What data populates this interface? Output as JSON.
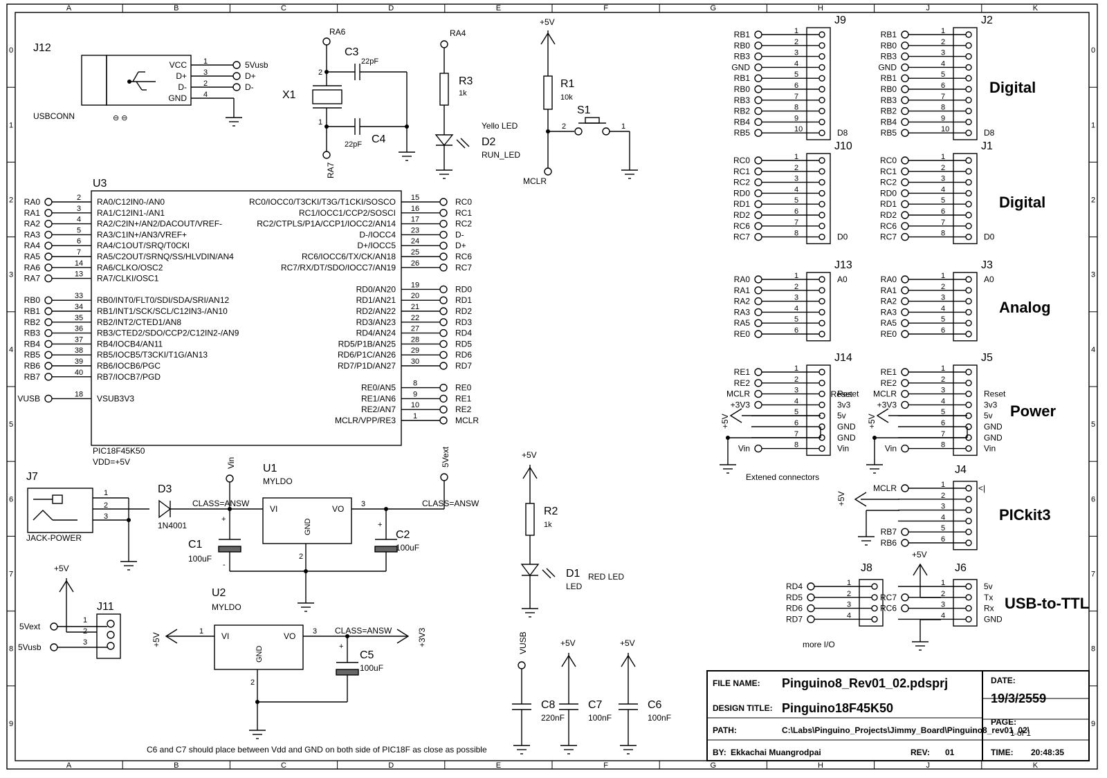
{
  "frame": {
    "cols": [
      "A",
      "B",
      "C",
      "D",
      "E",
      "F",
      "G",
      "H",
      "J",
      "K"
    ],
    "rows": [
      "0",
      "1",
      "2",
      "3",
      "4",
      "5",
      "6",
      "7",
      "8",
      "9"
    ]
  },
  "j12": {
    "ref": "J12",
    "name": "USBCONN",
    "pins": [
      {
        "label": "VCC",
        "num": "1",
        "net": "5Vusb"
      },
      {
        "label": "D+",
        "num": "3",
        "net": "D+"
      },
      {
        "label": "D-",
        "num": "2",
        "net": "D-"
      },
      {
        "label": "GND",
        "num": "4",
        "net": ""
      }
    ]
  },
  "x1": {
    "ref": "X1",
    "top": "RA6",
    "bottom": "RA7",
    "pin2": "2",
    "pin1": "1",
    "c3": "C3",
    "c3v": "22pF",
    "c4": "C4",
    "c4v": "22pF"
  },
  "r3": {
    "ref": "R3",
    "val": "1k",
    "net": "RA4"
  },
  "d2": {
    "ref": "D2",
    "name": "RUN_LED",
    "desc": "Yello LED"
  },
  "r1": {
    "ref": "R1",
    "val": "10k",
    "pwr": "+5V",
    "net": "MCLR"
  },
  "s1": {
    "ref": "S1",
    "p2": "2",
    "p1": "1"
  },
  "u3": {
    "ref": "U3",
    "part": "PIC18F45K50",
    "vdd": "VDD=+5V",
    "left": [
      {
        "net": "RA0",
        "num": "2",
        "name": "RA0/C12IN0-/AN0"
      },
      {
        "net": "RA1",
        "num": "3",
        "name": "RA1/C12IN1-/AN1"
      },
      {
        "net": "RA2",
        "num": "4",
        "name": "RA2/C2IN+/AN2/DACOUT/VREF-"
      },
      {
        "net": "RA3",
        "num": "5",
        "name": "RA3/C1IN+/AN3/VREF+"
      },
      {
        "net": "RA4",
        "num": "6",
        "name": "RA4/C1OUT/SRQ/T0CKI"
      },
      {
        "net": "RA5",
        "num": "7",
        "name": "RA5/C2OUT/SRNQ/SS/HLVDIN/AN4"
      },
      {
        "net": "RA6",
        "num": "14",
        "name": "RA6/CLKO/OSC2"
      },
      {
        "net": "RA7",
        "num": "13",
        "name": "RA7/CLKI/OSC1"
      },
      {
        "net": "",
        "num": "",
        "name": ""
      },
      {
        "net": "RB0",
        "num": "33",
        "name": "RB0/INT0/FLT0/SDI/SDA/SRI/AN12"
      },
      {
        "net": "RB1",
        "num": "34",
        "name": "RB1/INT1/SCK/SCL/C12IN3-/AN10"
      },
      {
        "net": "RB2",
        "num": "35",
        "name": "RB2/INT2/CTED1/AN8"
      },
      {
        "net": "RB3",
        "num": "36",
        "name": "RB3/CTED2/SDO/CCP2/C12IN2-/AN9"
      },
      {
        "net": "RB4",
        "num": "37",
        "name": "RB4/IOCB4/AN11"
      },
      {
        "net": "RB5",
        "num": "38",
        "name": "RB5/IOCB5/T3CKI/T1G/AN13"
      },
      {
        "net": "RB6",
        "num": "39",
        "name": "RB6/IOCB6/PGC"
      },
      {
        "net": "RB7",
        "num": "40",
        "name": "RB7/IOCB7/PGD"
      },
      {
        "net": "",
        "num": "",
        "name": ""
      },
      {
        "net": "VUSB",
        "num": "18",
        "name": "VSUB3V3"
      }
    ],
    "right": [
      {
        "net": "RC0",
        "num": "15",
        "name": "RC0/IOCC0/T3CKI/T3G/T1CKI/SOSCO"
      },
      {
        "net": "RC1",
        "num": "16",
        "name": "RC1/IOCC1/CCP2/SOSCI"
      },
      {
        "net": "RC2",
        "num": "17",
        "name": "RC2/CTPLS/P1A/CCP1/IOCC2/AN14"
      },
      {
        "net": "D-",
        "num": "23",
        "name": "D-/IOCC4"
      },
      {
        "net": "D+",
        "num": "24",
        "name": "D+/IOCC5"
      },
      {
        "net": "RC6",
        "num": "25",
        "name": "RC6/IOCC6/TX/CK/AN18"
      },
      {
        "net": "RC7",
        "num": "26",
        "name": "RC7/RX/DT/SDO/IOCC7/AN19"
      },
      {
        "net": "",
        "num": "",
        "name": ""
      },
      {
        "net": "RD0",
        "num": "19",
        "name": "RD0/AN20"
      },
      {
        "net": "RD1",
        "num": "20",
        "name": "RD1/AN21"
      },
      {
        "net": "RD2",
        "num": "21",
        "name": "RD2/AN22"
      },
      {
        "net": "RD3",
        "num": "22",
        "name": "RD3/AN23"
      },
      {
        "net": "RD4",
        "num": "27",
        "name": "RD4/AN24"
      },
      {
        "net": "RD5",
        "num": "28",
        "name": "RD5/P1B/AN25"
      },
      {
        "net": "RD6",
        "num": "29",
        "name": "RD6/P1C/AN26"
      },
      {
        "net": "RD7",
        "num": "30",
        "name": "RD7/P1D/AN27"
      },
      {
        "net": "",
        "num": "",
        "name": ""
      },
      {
        "net": "RE0",
        "num": "8",
        "name": "RE0/AN5"
      },
      {
        "net": "RE1",
        "num": "9",
        "name": "RE1/AN6"
      },
      {
        "net": "RE2",
        "num": "10",
        "name": "RE2/AN7"
      },
      {
        "net": "MCLR",
        "num": "1",
        "name": "MCLR/VPP/RE3"
      }
    ]
  },
  "power": {
    "j7": {
      "ref": "J7",
      "name": "JACK-POWER",
      "pins": [
        "1",
        "2",
        "3"
      ]
    },
    "d3": {
      "ref": "D3",
      "val": "1N4001"
    },
    "vin": "Vin",
    "class1": "CLASS=ANSW",
    "class2": "CLASS=ANSW",
    "class3": "CLASS=ANSW",
    "u1": {
      "ref": "U1",
      "part": "MYLDO",
      "vi": "VI",
      "vo": "VO",
      "gnd": "GND",
      "p3": "3",
      "p2": "2"
    },
    "c1": {
      "ref": "C1",
      "val": "100uF"
    },
    "c2": {
      "ref": "C2",
      "val": "100uF"
    },
    "v5ext": "5Vext",
    "u2": {
      "ref": "U2",
      "part": "MYLDO",
      "vi": "VI",
      "vo": "VO",
      "gnd": "GND",
      "p1": "1",
      "p3": "3",
      "p2": "2"
    },
    "c5": {
      "ref": "C5",
      "val": "100uF"
    },
    "plus5": "+5V",
    "plus3v3": "+3V3",
    "j11": {
      "ref": "J11",
      "pins": [
        "1",
        "2",
        "3"
      ],
      "a": "5Vext",
      "b": "5Vusb",
      "pwr": "+5V"
    }
  },
  "led1": {
    "r2": "R2",
    "r2v": "1k",
    "d1": "D1",
    "d1n": "LED",
    "d1d": "RED LED",
    "pwr": "+5V"
  },
  "caps": {
    "vusb": "VUSB",
    "c8": "C8",
    "c8v": "220nF",
    "c7": "C7",
    "c7v": "100nF",
    "c6": "C6",
    "c6v": "100nF",
    "pwr": "+5V"
  },
  "note": "C6 and C7 should place between Vdd and GND on both side of PIC18F as close as possible",
  "headers": {
    "j9": {
      "ref": "J9",
      "nets": [
        "RB1",
        "RB0",
        "RB3",
        "GND",
        "RB1",
        "RB0",
        "RB3",
        "RB2",
        "RB4",
        "RB5"
      ],
      "end": "D8"
    },
    "j2": {
      "ref": "J2",
      "nets": [
        "RB1",
        "RB0",
        "RB3",
        "GND",
        "RB1",
        "RB0",
        "RB3",
        "RB2",
        "RB4",
        "RB5"
      ],
      "end": "D8"
    },
    "j10": {
      "ref": "J10",
      "nets": [
        "RC0",
        "RC1",
        "RC2",
        "RD0",
        "RD1",
        "RD2",
        "RC6",
        "RC7"
      ],
      "end": "D0"
    },
    "j1": {
      "ref": "J1",
      "nets": [
        "RC0",
        "RC1",
        "RC2",
        "RD0",
        "RD1",
        "RD2",
        "RC6",
        "RC7"
      ],
      "end": "D0"
    },
    "j13": {
      "ref": "J13",
      "nets": [
        "RA0",
        "RA1",
        "RA2",
        "RA3",
        "RA5",
        "RE0"
      ],
      "end": "A0"
    },
    "j3": {
      "ref": "J3",
      "nets": [
        "RA0",
        "RA1",
        "RA2",
        "RA3",
        "RA5",
        "RE0"
      ],
      "end": "A0"
    },
    "j14": {
      "ref": "J14",
      "nets": [
        "RE1",
        "RE2",
        "MCLR",
        "+3V3",
        "",
        "",
        "",
        "Vin"
      ],
      "right": [
        "",
        "",
        "Reset",
        "3v3",
        "5v",
        "GND",
        "GND",
        "Vin"
      ]
    },
    "j5": {
      "ref": "J5",
      "nets": [
        "RE1",
        "RE2",
        "MCLR",
        "+3V3",
        "",
        "",
        "",
        "Vin"
      ],
      "right": [
        "",
        "",
        "Reset",
        "3v3",
        "5v",
        "GND",
        "GND",
        "Vin"
      ],
      "reset": "Reset"
    },
    "ext": "Extened connectors",
    "j4": {
      "ref": "J4",
      "nets": [
        "MCLR",
        "",
        "",
        "",
        "RB7",
        "RB6"
      ],
      "pwr": "+5V",
      "mark": "<|"
    },
    "j8": {
      "ref": "J8",
      "nets": [
        "RD4",
        "RD5",
        "RD6",
        "RD7"
      ],
      "note": "more I/O"
    },
    "j6": {
      "ref": "J6",
      "nets": [
        "",
        "RC7",
        "RC6",
        ""
      ],
      "right": [
        "5v",
        "Tx",
        "Rx",
        "GND"
      ],
      "pwr": "+5V"
    },
    "sections": [
      "Digital",
      "Digital",
      "Analog",
      "Power",
      "PICkit3",
      "USB-to-TTL"
    ]
  },
  "titleblock": {
    "file_label": "FILE NAME:",
    "file": "Pinguino8_Rev01_02.pdsprj",
    "design_label": "DESIGN TITLE:",
    "design": "Pinguino18F45K50",
    "path_label": "PATH:",
    "path": "C:\\Labs\\Pinguino_Projects\\Jimmy_Board\\Pinguino8_rev01_02\\",
    "by_label": "BY:",
    "by": "Ekkachai Muangrodpai",
    "rev_label": "REV:",
    "rev": "01",
    "date_label": "DATE:",
    "date": "19/3/2559",
    "page_label": "PAGE:",
    "page": "1 of 1",
    "time_label": "TIME:",
    "time": "20:48:35"
  }
}
